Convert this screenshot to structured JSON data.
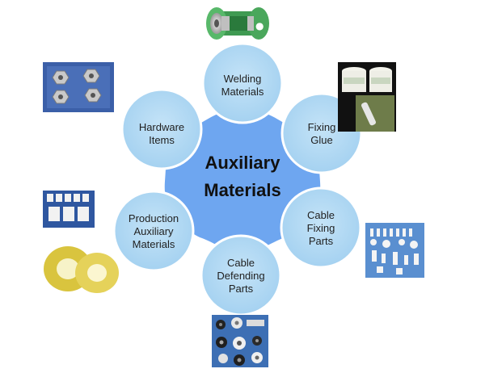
{
  "diagram": {
    "center_label": "Auxiliary\nMaterials",
    "nodes": [
      {
        "id": "welding",
        "label": "Welding\nMaterials"
      },
      {
        "id": "fixing-glue",
        "label": "Fixing\nGlue"
      },
      {
        "id": "cable-fixing",
        "label": "Cable\nFixing\nParts"
      },
      {
        "id": "cable-defending",
        "label": "Cable\nDefending\nParts"
      },
      {
        "id": "production-aux",
        "label": "Production\nAuxiliary\nMaterials"
      },
      {
        "id": "hardware",
        "label": "Hardware\nItems"
      }
    ],
    "photos": [
      {
        "id": "solder-wire-spool",
        "depicts": "solder-wire-spool-icon"
      },
      {
        "id": "glue-tubs-and-tube",
        "depicts": "glue-container-icon"
      },
      {
        "id": "cable-clips",
        "depicts": "cable-clip-icon"
      },
      {
        "id": "grommets",
        "depicts": "grommet-icon"
      },
      {
        "id": "insulation-pads-and-tape",
        "depicts": "tape-roll-icon"
      },
      {
        "id": "hex-nuts",
        "depicts": "hex-nut-icon"
      }
    ],
    "colors": {
      "center_fill": "#6aa3f0",
      "node_fill": "#a9d5f2",
      "node_fill_alt": "#b3dbf5",
      "text": "#1f1f1f"
    }
  }
}
